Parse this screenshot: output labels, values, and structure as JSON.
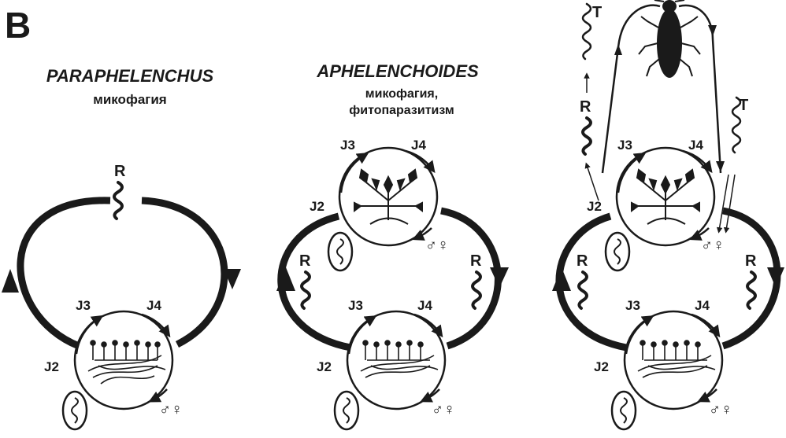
{
  "panel_letter": "B",
  "column1": {
    "genus": "PARAPHELENCHUS",
    "mode": "микофагия"
  },
  "column2": {
    "genus": "APHELENCHOIDES",
    "mode_line1": "микофагия,",
    "mode_line2": "фитопаразитизм"
  },
  "labels": {
    "J2": "J2",
    "J3": "J3",
    "J4": "J4",
    "R": "R",
    "T": "T",
    "male_female": "♂♀"
  },
  "colors": {
    "ink": "#1a1a1a",
    "background": "#ffffff"
  },
  "icons": [
    "egg-icon",
    "fungal-mycelium-icon",
    "plant-tissue-icon",
    "nematode-icon",
    "beetle-icon"
  ]
}
